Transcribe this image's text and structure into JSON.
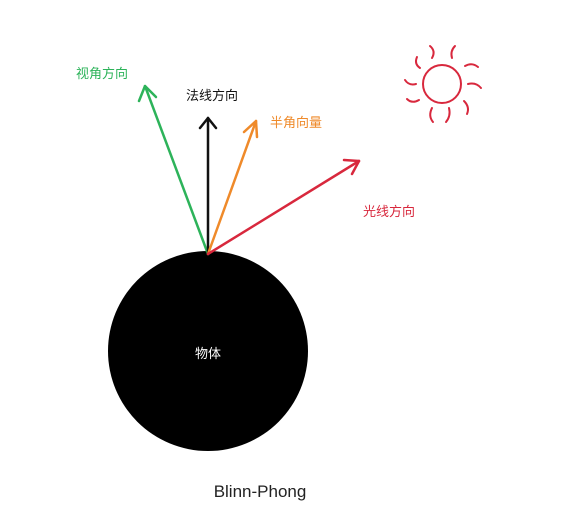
{
  "labels": {
    "view_direction": "视角方向",
    "normal_direction": "法线方向",
    "half_vector": "半角向量",
    "light_direction": "光线方向",
    "object": "物体"
  },
  "caption": "Blinn-Phong",
  "colors": {
    "view": "#2db35a",
    "normal": "#111111",
    "half": "#ef8a2a",
    "light": "#d8283d",
    "sun": "#d8283d",
    "object": "#000000",
    "object_text": "#ffffff",
    "caption": "#222222"
  },
  "icons": {
    "light_source": "sun-icon"
  }
}
